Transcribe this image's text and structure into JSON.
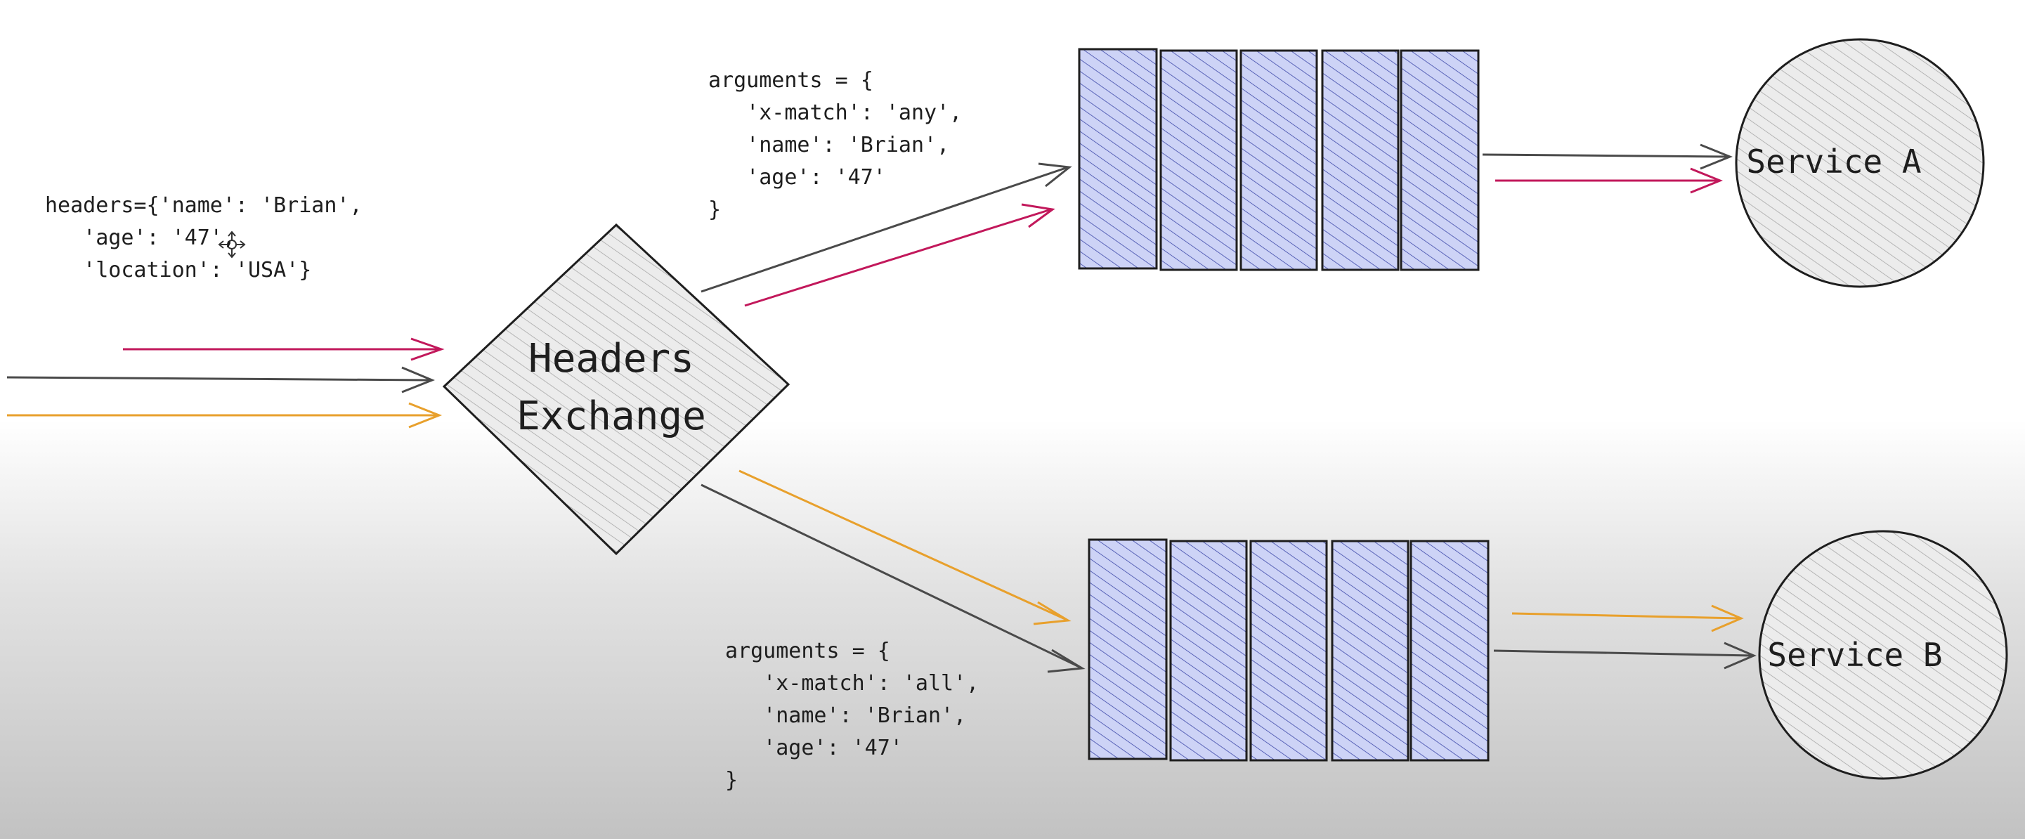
{
  "colors": {
    "ink": "#1e1e1e",
    "gray_arrow": "#4a4a4a",
    "red_arrow": "#c2185b",
    "orange_arrow": "#e8a02c",
    "queue_fill": "#b7bff0",
    "node_fill": "#e6e6e6"
  },
  "message": {
    "lines": [
      "headers={'name': 'Brian',",
      "   'age': '47',",
      "   'location': 'USA'}"
    ]
  },
  "exchange": {
    "label_line1": "Headers",
    "label_line2": "Exchange"
  },
  "binding_a": {
    "lines": [
      "arguments = {",
      "   'x-match': 'any',",
      "   'name': 'Brian',",
      "   'age': '47'",
      "}"
    ]
  },
  "binding_b": {
    "lines": [
      "arguments = {",
      "   'x-match': 'all',",
      "   'name': 'Brian',",
      "   'age': '47'",
      "}"
    ]
  },
  "queue_a": {
    "slots": 5
  },
  "queue_b": {
    "slots": 5
  },
  "service_a": {
    "label": "Service A"
  },
  "service_b": {
    "label": "Service B"
  },
  "icons": [
    "move-cursor-icon"
  ]
}
